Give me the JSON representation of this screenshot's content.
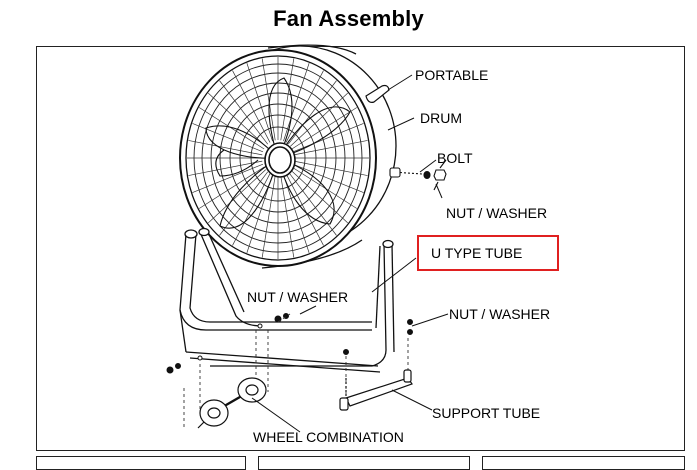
{
  "title": "Fan Assembly",
  "labels": {
    "portable": "PORTABLE",
    "drum": "DRUM",
    "bolt": "BOLT",
    "nut_washer_right": "NUT / WASHER",
    "u_type_tube": "U TYPE TUBE",
    "nut_washer_center": "NUT / WASHER",
    "nut_washer_stand": "NUT / WASHER",
    "support_tube": "SUPPORT TUBE",
    "wheel_combination": "WHEEL COMBINATION"
  },
  "highlight_color": "#e02020"
}
